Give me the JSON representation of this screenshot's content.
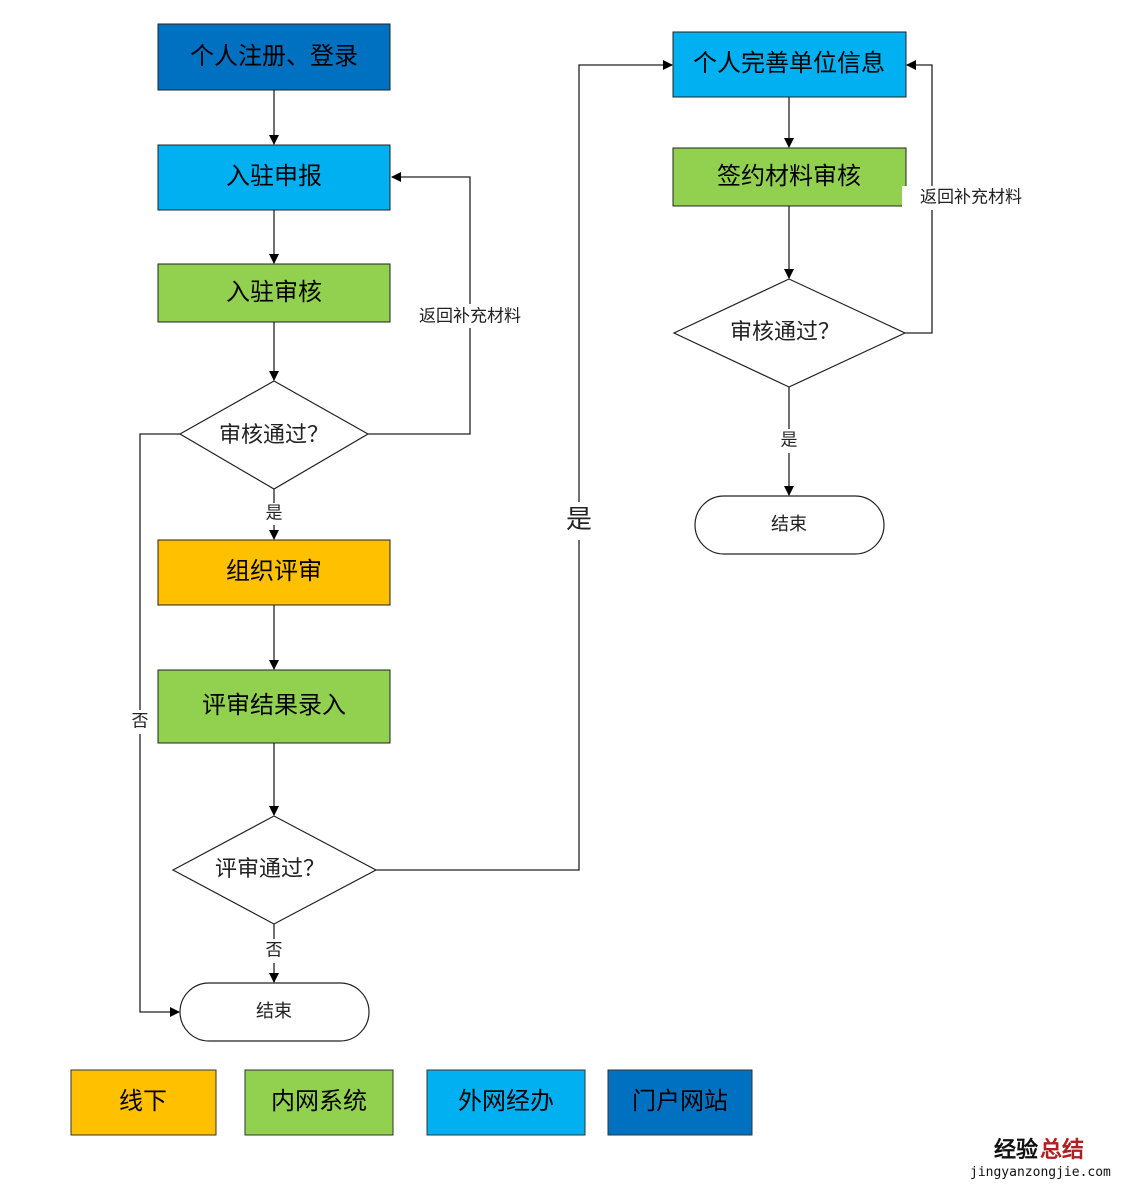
{
  "colors": {
    "offline": "#FFC000",
    "intranet": "#92D050",
    "extranet": "#00B0F0",
    "portal": "#0070C0",
    "watermark_dark": "#111111",
    "watermark_red": "#B02020"
  },
  "nodes": {
    "register_login": "个人注册、登录",
    "settle_apply": "入驻申报",
    "settle_review": "入驻审核",
    "review_pass_q": "审核通过？",
    "organize_review": "组织评审",
    "review_result_entry": "评审结果录入",
    "evaluation_pass_q": "评审通过？",
    "end_left": "结束",
    "complete_unit_info": "个人完善单位信息",
    "contract_material_review": "签约材料审核",
    "review_pass_q_right": "审核通过？",
    "end_right": "结束"
  },
  "edge_labels": {
    "return_supplement_left": "返回补充材料",
    "yes_left": "是",
    "no_left": "否",
    "no_bottom": "否",
    "yes_middle": "是",
    "return_supplement_right": "返回补充材料",
    "yes_right": "是"
  },
  "legend": [
    {
      "label": "线下",
      "color_key": "offline"
    },
    {
      "label": "内网系统",
      "color_key": "intranet"
    },
    {
      "label": "外网经办",
      "color_key": "extranet"
    },
    {
      "label": "门户网站",
      "color_key": "portal"
    }
  ],
  "watermark": {
    "cn_part1": "经验",
    "cn_part2": "总结",
    "url": "jingyanzongjie.com"
  }
}
